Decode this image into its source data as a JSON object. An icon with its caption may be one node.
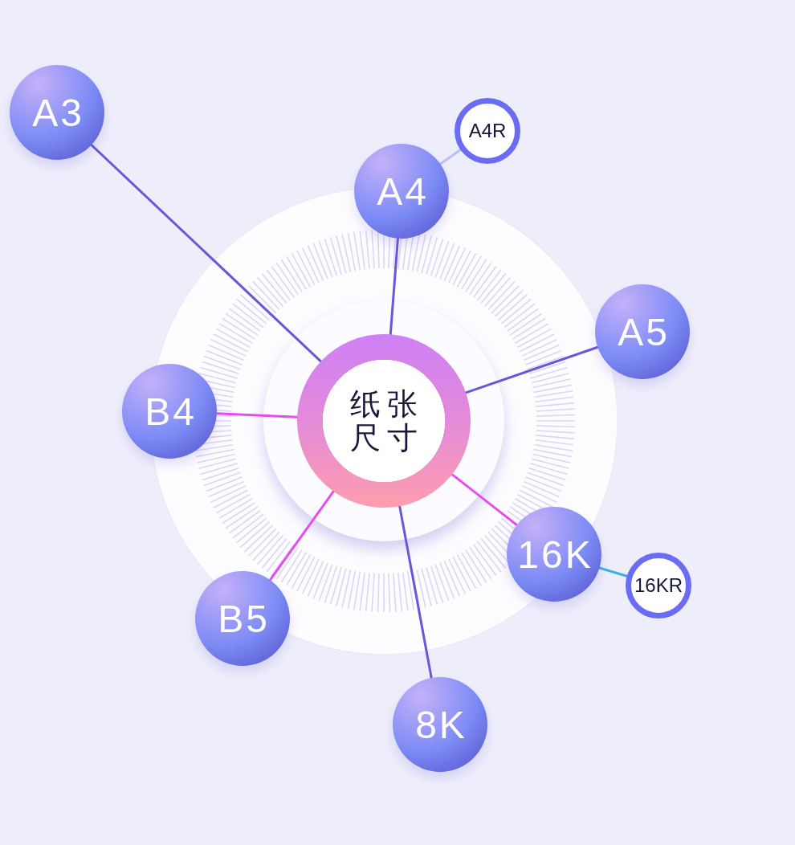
{
  "diagram": {
    "nodes": [
      {
        "text": [
          "A3"
        ]
      },
      {
        "text": [
          "A4R"
        ]
      },
      {
        "text": [
          "A4"
        ]
      },
      {
        "text": [
          "A5"
        ]
      },
      {
        "text": [
          "B4"
        ]
      },
      {
        "text": [
          "纸张尺寸"
        ]
      },
      {
        "text": [
          "16K"
        ]
      },
      {
        "text": [
          "16KR"
        ]
      },
      {
        "text": [
          "B5"
        ]
      },
      {
        "text": [
          "8K"
        ]
      }
    ],
    "edges": [
      {
        "from": 5,
        "to": 0,
        "arrow": "none"
      },
      {
        "from": 5,
        "to": 2,
        "arrow": "none"
      },
      {
        "from": 2,
        "to": 1,
        "arrow": "none",
        "color": "#b9bcf5"
      },
      {
        "from": 5,
        "to": 3,
        "arrow": "none"
      },
      {
        "from": 5,
        "to": 4,
        "arrow": "none",
        "color": "#e64cf0"
      },
      {
        "from": 5,
        "to": 6,
        "arrow": "none",
        "color": "#e64cf0"
      },
      {
        "from": 6,
        "to": 7,
        "arrow": "none",
        "color": "#3bb0e2"
      },
      {
        "from": 5,
        "to": 8,
        "arrow": "none",
        "color": "#e64cf0"
      },
      {
        "from": 5,
        "to": 9,
        "arrow": "none"
      }
    ]
  }
}
